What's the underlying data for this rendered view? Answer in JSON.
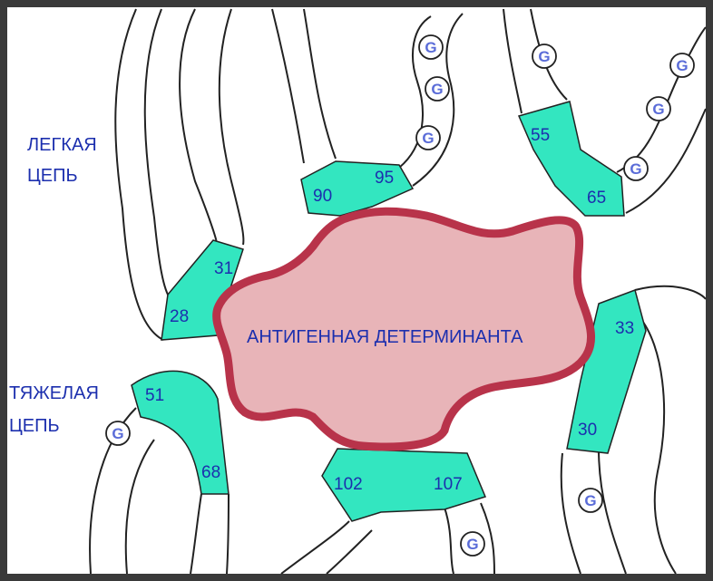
{
  "colors": {
    "frame": "#3a3a3a",
    "background": "#ffffff",
    "cdr_fill": "#33e6c0",
    "antigen_fill": "#e8b4b8",
    "antigen_border": "#b8334a",
    "text_blue": "#1c2fae",
    "glycan_text": "#5a6cd8"
  },
  "labels": {
    "light_chain_line1": "ЛЕГКАЯ",
    "light_chain_line2": "ЦЕПЬ",
    "heavy_chain_line1": "ТЯЖЕЛАЯ",
    "heavy_chain_line2": "ЦЕПЬ",
    "antigen": "АНТИГЕННАЯ ДЕТЕРМИНАНТА"
  },
  "residues": {
    "r28": "28",
    "r31": "31",
    "r90": "90",
    "r95": "95",
    "r55": "55",
    "r65": "65",
    "r51": "51",
    "r68": "68",
    "r102": "102",
    "r107": "107",
    "r33": "33",
    "r30": "30"
  },
  "glycan_symbol": "G"
}
